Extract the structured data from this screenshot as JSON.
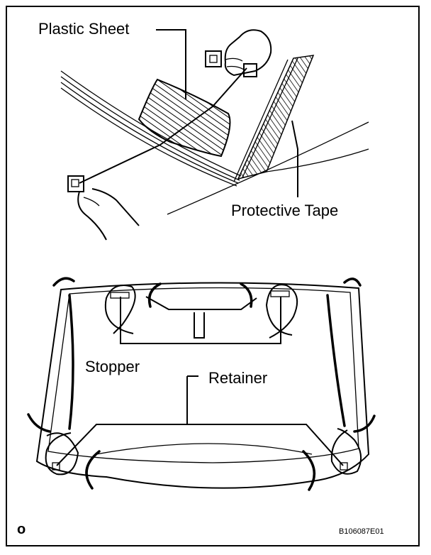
{
  "labels": {
    "plastic_sheet": "Plastic Sheet",
    "protective_tape": "Protective Tape",
    "stopper": "Stopper",
    "retainer": "Retainer"
  },
  "footer": {
    "corner_mark": "o",
    "figure_code": "B106087E01"
  }
}
